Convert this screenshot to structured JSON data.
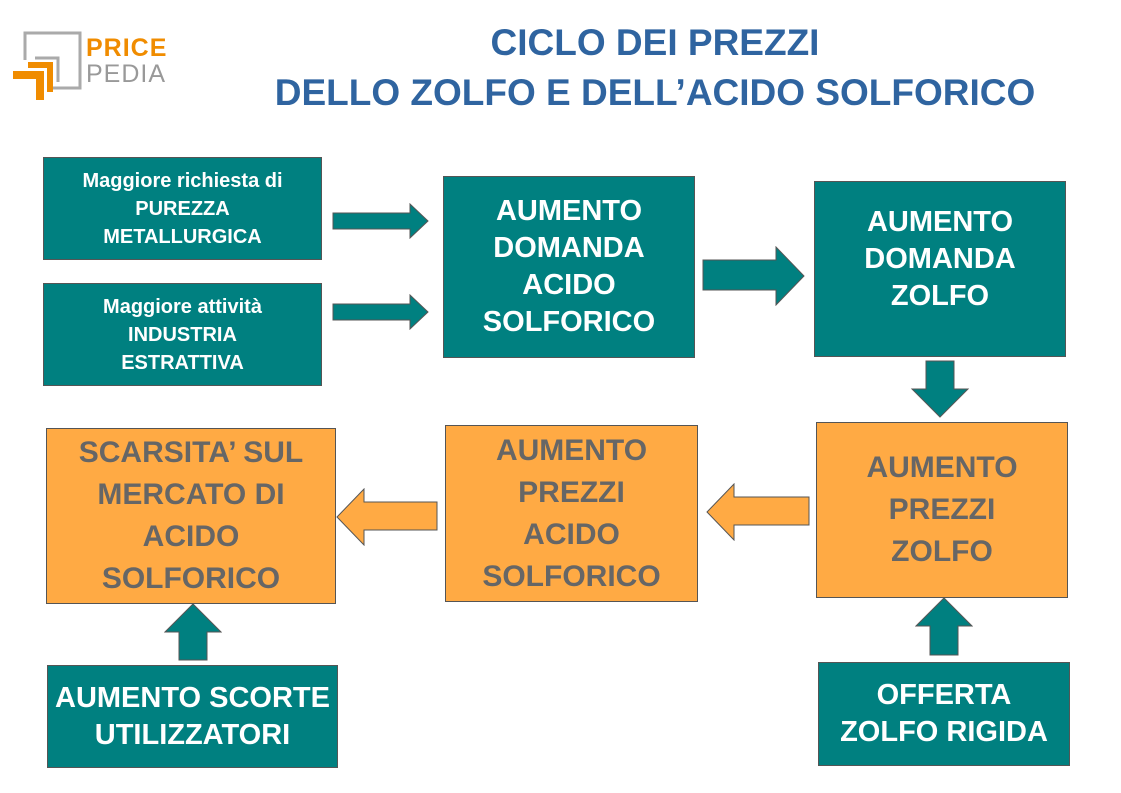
{
  "logo": {
    "line1": "PRICE",
    "line2": "PEDIA"
  },
  "title": {
    "line1": "CICLO DEI PREZZI",
    "line2": "DELLO ZOLFO E DELL’ACIDO SOLFORICO"
  },
  "colors": {
    "teal": "#008080",
    "orange": "#ffaa44",
    "title": "#2f64a0",
    "orange_text": "#666666"
  },
  "boxes": {
    "purezza": [
      "Maggiore richiesta di",
      "PUREZZA",
      "METALLURGICA"
    ],
    "estrattiva": [
      "Maggiore attività",
      "INDUSTRIA",
      "ESTRATTIVA"
    ],
    "domanda_acido": [
      "AUMENTO",
      "DOMANDA",
      "ACIDO",
      "SOLFORICO"
    ],
    "domanda_zolfo": [
      "AUMENTO",
      "DOMANDA",
      "ZOLFO"
    ],
    "prezzi_zolfo": [
      "AUMENTO",
      "PREZZI",
      "ZOLFO"
    ],
    "prezzi_acido": [
      "AUMENTO",
      "PREZZI",
      "ACIDO",
      "SOLFORICO"
    ],
    "scarsita": [
      "SCARSITA’ SUL",
      "MERCATO DI",
      "ACIDO",
      "SOLFORICO"
    ],
    "scorte": [
      "AUMENTO SCORTE",
      "UTILIZZATORI"
    ],
    "offerta": [
      "OFFERTA",
      "ZOLFO RIGIDA"
    ]
  }
}
